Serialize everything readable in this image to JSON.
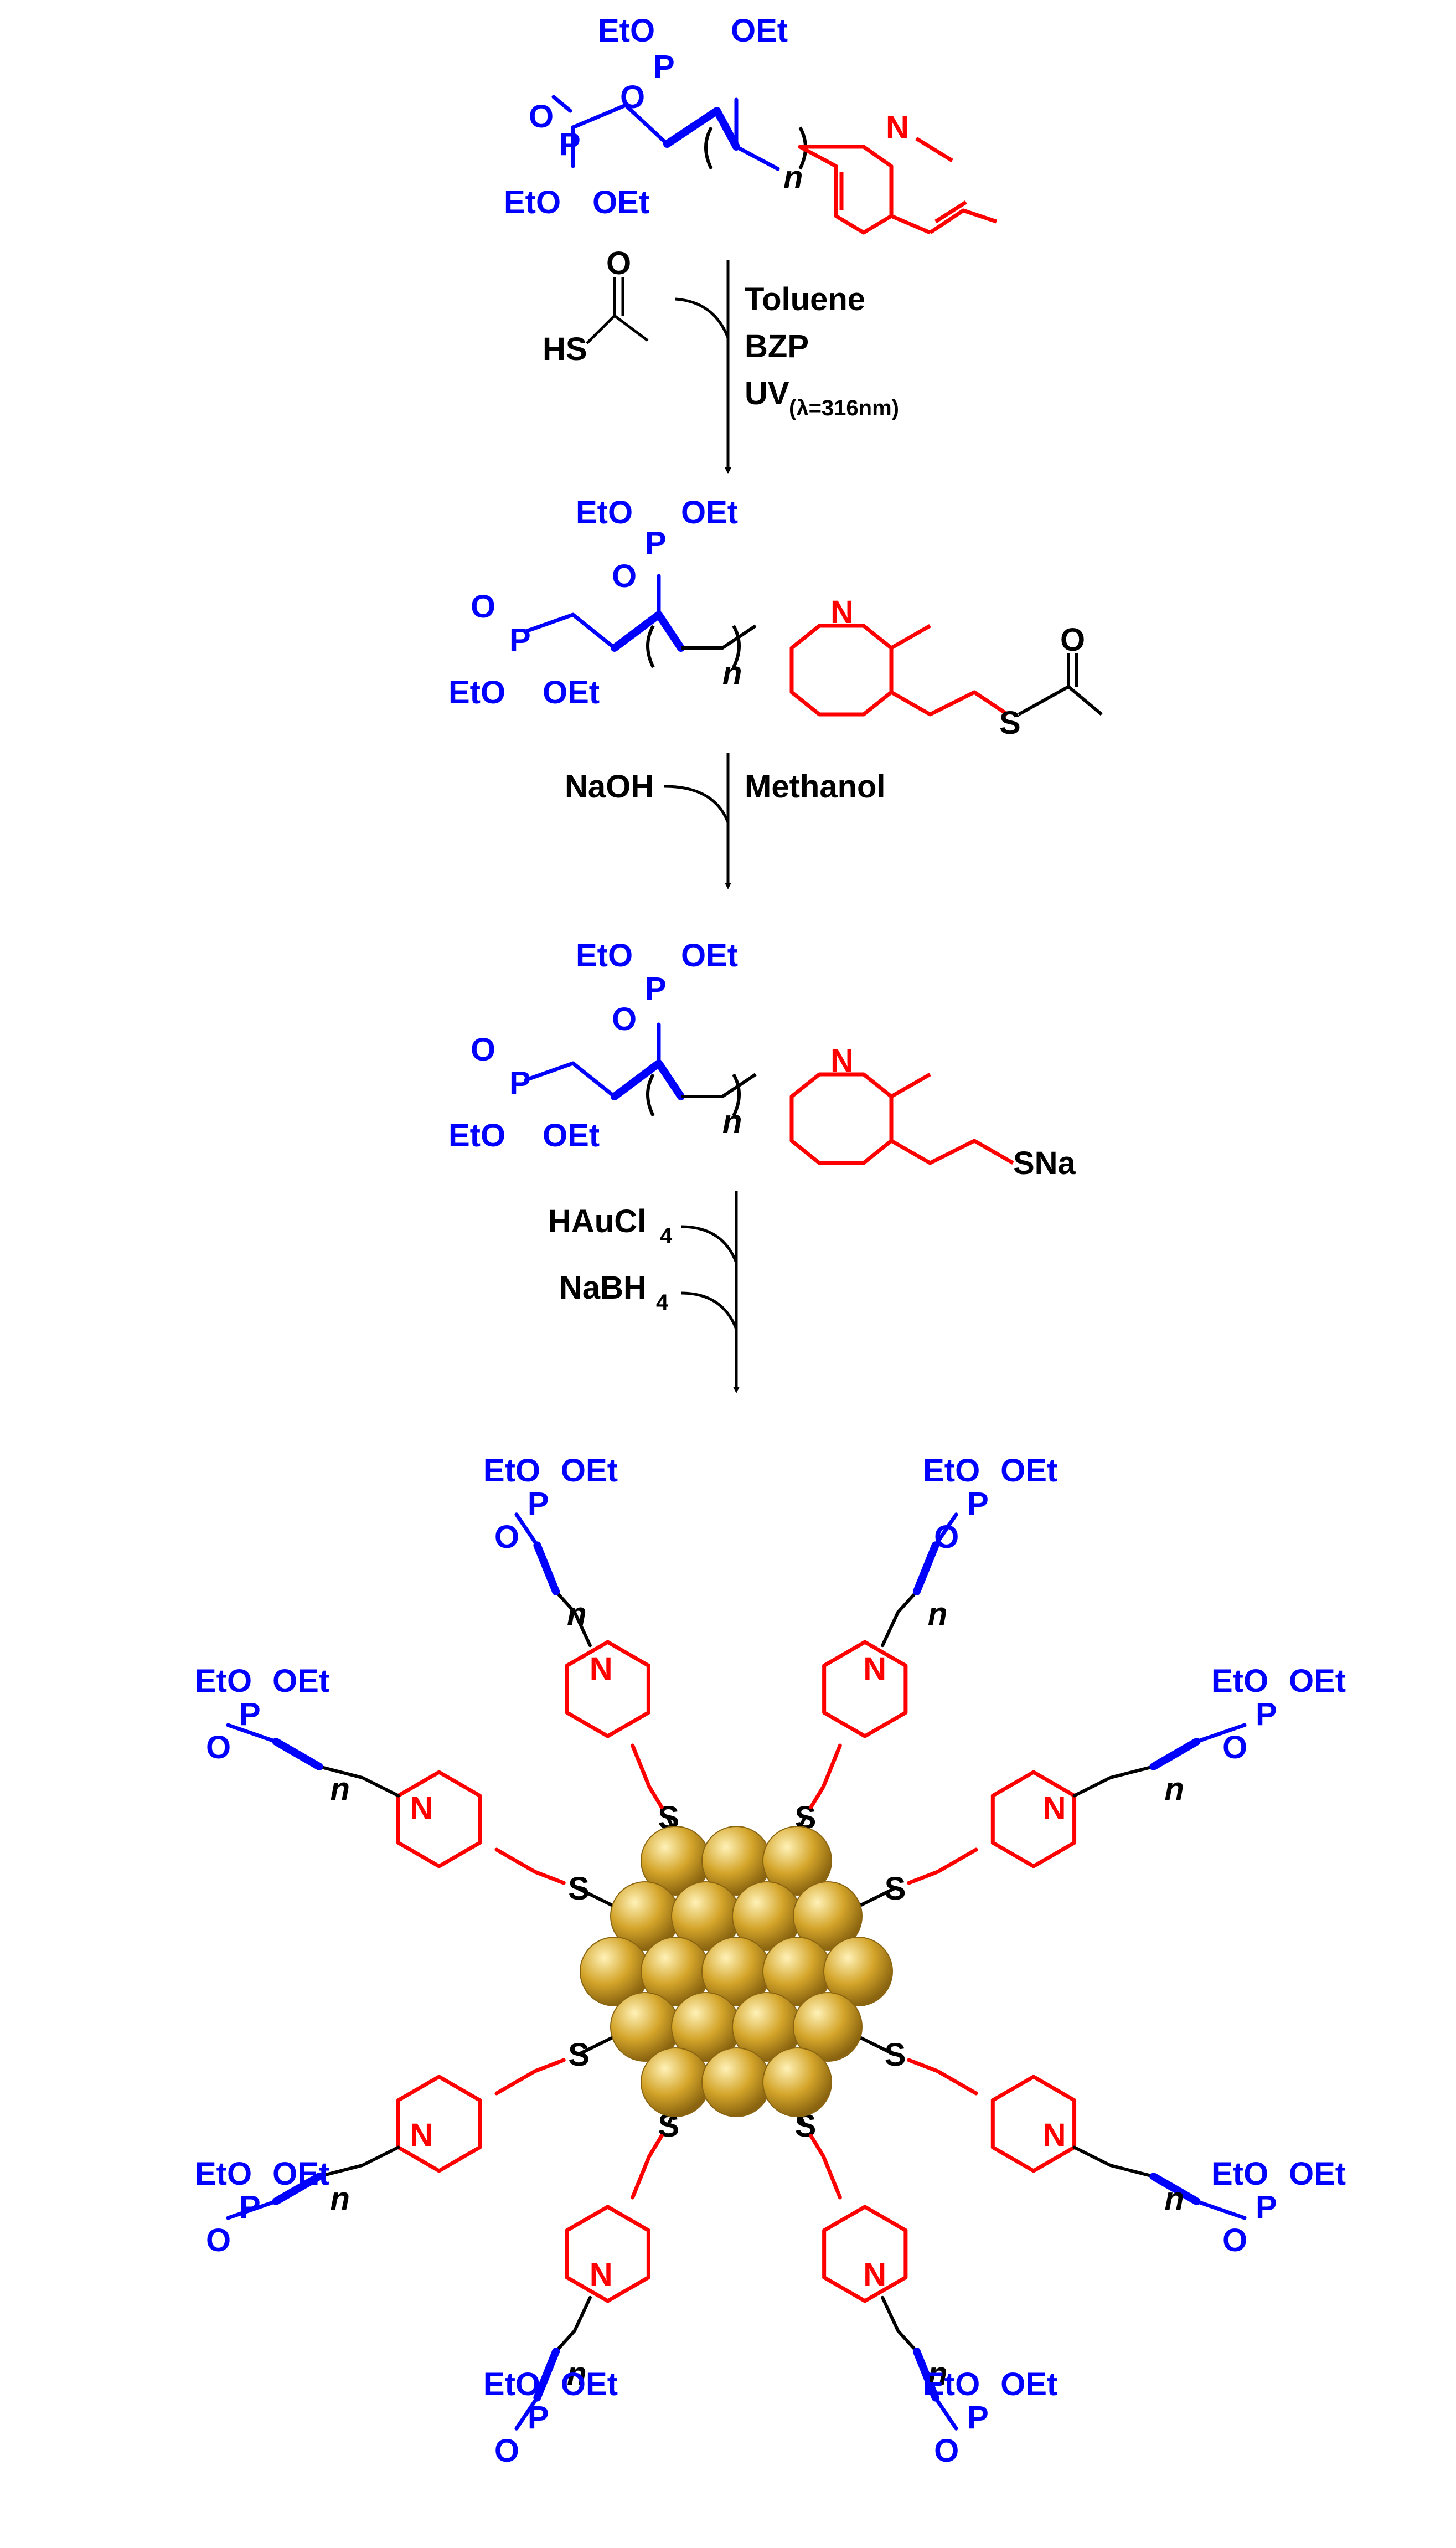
{
  "colors": {
    "polymer": "#0000ff",
    "pyridine": "#ff0000",
    "reagent": "#000000",
    "gold": "#d4a52a",
    "gold_highlight": "#fff2b8",
    "gold_shadow": "#8a6410"
  },
  "structure1": {
    "p1_left": "EtO",
    "p1_right": "OEt",
    "p1_p": "P",
    "p1_o": "O",
    "p2_p": "P",
    "p2_o": "O",
    "p2_left": "EtO",
    "p2_right": "OEt",
    "n": "n",
    "pyridine_n": "N"
  },
  "step1": {
    "reagent_hs": "HS",
    "reagent_o": "O",
    "solvent": "Toluene",
    "initiator": "BZP",
    "uv": "UV",
    "uv_sub": "(λ=316nm)"
  },
  "structure2": {
    "p1_left": "EtO",
    "p1_right": "OEt",
    "p1_p": "P",
    "p1_o": "O",
    "p2_p": "P",
    "p2_o": "O",
    "p2_left": "EtO",
    "p2_right": "OEt",
    "n": "n",
    "pyridine_n": "N",
    "thio_s": "S",
    "thio_o": "O"
  },
  "step2": {
    "reagent": "NaOH",
    "solvent": "Methanol"
  },
  "structure3": {
    "p1_left": "EtO",
    "p1_right": "OEt",
    "p1_p": "P",
    "p1_o": "O",
    "p2_p": "P",
    "p2_o": "O",
    "p2_left": "EtO",
    "p2_right": "OEt",
    "n": "n",
    "pyridine_n": "N",
    "thiolate": "SNa"
  },
  "step3": {
    "reagent1": "HAuCl",
    "reagent1_sub": "4",
    "reagent2": "NaBH",
    "reagent2_sub": "4"
  },
  "ligand": {
    "eto": "EtO",
    "oet": "OEt",
    "p": "P",
    "o": "O",
    "n": "n",
    "pyridine_n": "N",
    "s": "S"
  }
}
